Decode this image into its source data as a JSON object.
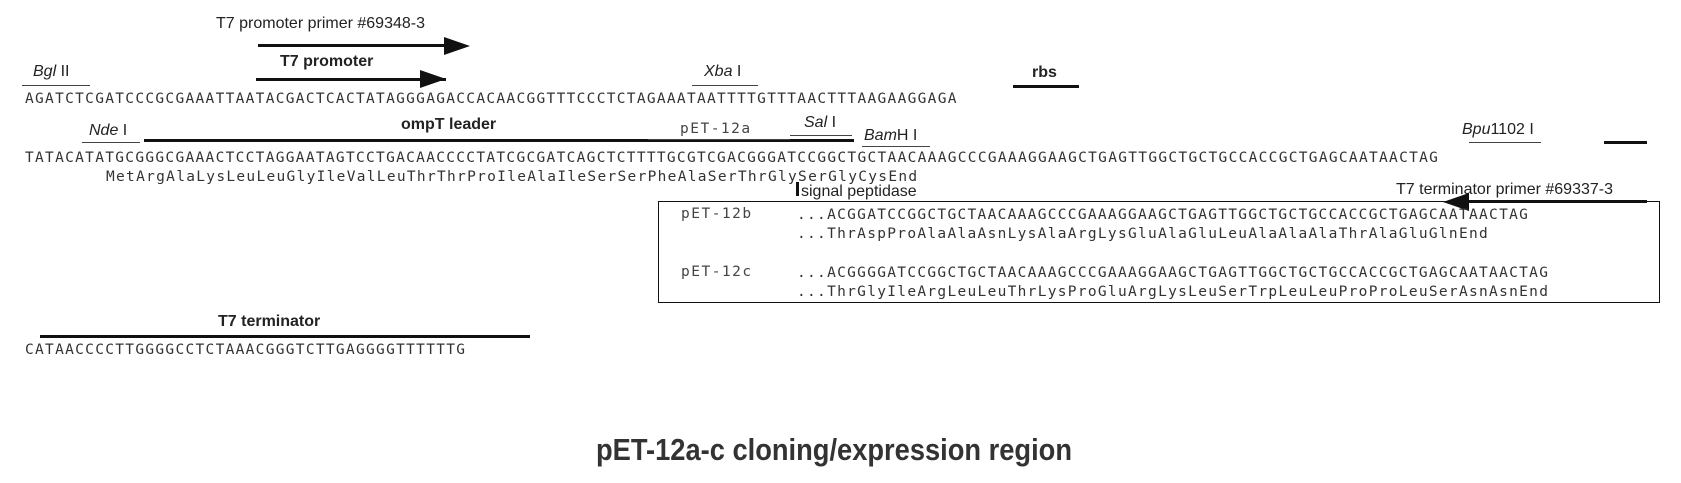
{
  "primers": {
    "forward": "T7 promoter primer #69348-3",
    "reverse": "T7 terminator primer #69337-3"
  },
  "features": {
    "t7_promoter": "T7 promoter",
    "rbs": "rbs",
    "ompt_leader": "ompT leader",
    "signal_peptidase": "signal peptidase",
    "t7_terminator": "T7 terminator"
  },
  "sites": {
    "bglii": {
      "italic": "Bgl",
      "rest": " II"
    },
    "xbai": {
      "italic": "Xba",
      "rest": " I"
    },
    "ndei": {
      "italic": "Nde",
      "rest": " I"
    },
    "sali": {
      "italic": "Sal",
      "rest": " I"
    },
    "bamhi": {
      "italic": "Bam",
      "rest": "H I"
    },
    "bpu1102i": {
      "italic": "Bpu",
      "rest": "1102 I"
    }
  },
  "sequences": {
    "line1": "AGATCTCGATCCCGCGAAATTAATACGACTCACTATAGGGAGACCACAACGGTTTCCCTCTAGAAATAATTTTGTTTAACTTTAAGAAGGAGA",
    "line2": "TATACATATGCGGGCGAAACTCCTAGGAATAGTCCTGACAACCCCTATCGCGATCAGCTCTTTTGCGTCGACGGGATCCGGCTGCTAACAAAGCCCGAAAGGAAGCTGAGTTGGCTGCTGCCACCGCTGAGCAATAACTAG",
    "line2_aa": "MetArgAlaLysLeuLeuGlyIleValLeuThrThrProIleAlaIleSerSerPheAlaSerThrGlySerGlyCysEnd",
    "line3": "CATAACCCCTTGGGGCCTCTAAACGGGTCTTGAGGGGTTTTTTG"
  },
  "variants": {
    "a_label": "pET-12a",
    "b_label": "pET-12b",
    "b_seq": "...ACGGATCCGGCTGCTAACAAAGCCCGAAAGGAAGCTGAGTTGGCTGCTGCCACCGCTGAGCAATAACTAG",
    "b_aa": "...ThrAspProAlaAlaAsnLysAlaArgLysGluAlaGluLeuAlaAlaAlaThrAlaGluGlnEnd",
    "c_label": "pET-12c",
    "c_seq": "...ACGGGGATCCGGCTGCTAACAAAGCCCGAAAGGAAGCTGAGTTGGCTGCTGCCACCGCTGAGCAATAACTAG",
    "c_aa": "...ThrGlyIleArgLeuLeuThrLysProGluArgLysLeuSerTrpLeuLeuProProLeuSerAsnAsnEnd"
  },
  "title": "pET-12a-c cloning/expression region"
}
